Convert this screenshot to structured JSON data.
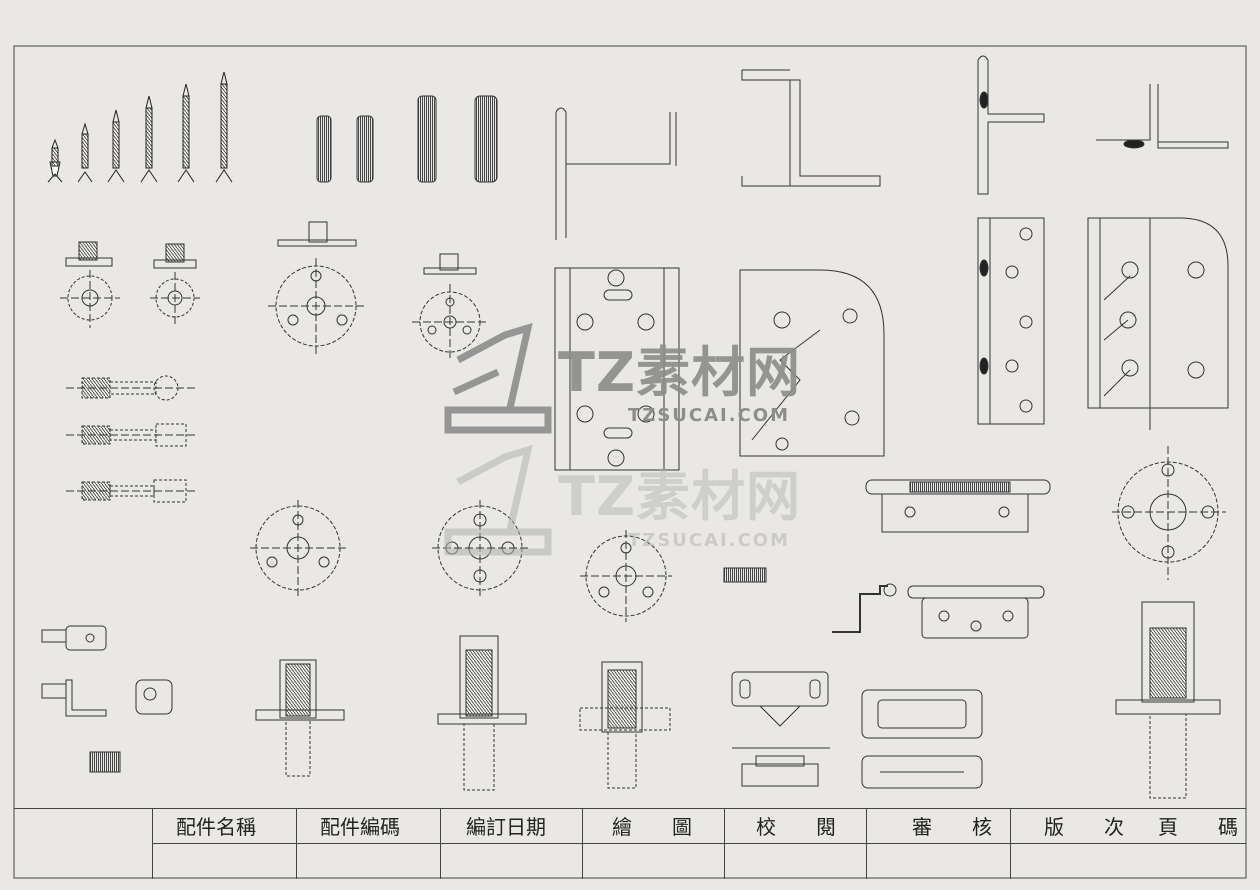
{
  "watermark": {
    "brand": "TZ素材网",
    "url": "TZSUCAI.COM"
  },
  "title_block": {
    "labels": [
      "配件名稱",
      "配件編碼",
      "編訂日期",
      "繪　　圖",
      "校　　閱",
      "審　　核",
      "版　　次",
      "頁　　碼"
    ]
  },
  "colors": {
    "paper": "#e9e8e4",
    "line": "#3a3a3a",
    "watermark": "#8d8d8d"
  }
}
